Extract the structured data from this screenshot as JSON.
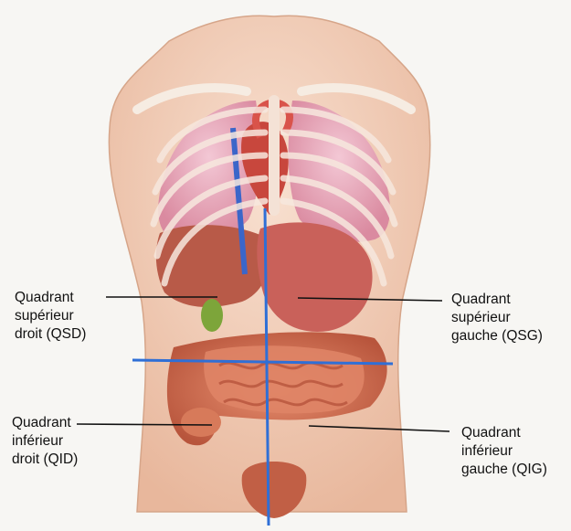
{
  "labels": {
    "qsd": {
      "line1": "Quadrant",
      "line2": "supérieur",
      "line3": "droit (QSD)"
    },
    "qsg": {
      "line1": "Quadrant",
      "line2": "supérieur",
      "line3": "gauche (QSG)"
    },
    "qid": {
      "line1": "Quadrant",
      "line2": "inférieur",
      "line3": "droit (QID)"
    },
    "qig": {
      "line1": "Quadrant",
      "line2": "inférieur",
      "line3": "gauche (QIG)"
    }
  },
  "colors": {
    "quadrant_lines": "#2f6fd6",
    "leader_lines": "#111111",
    "skin": "#f3cfb8",
    "lungs": "#e8a1b6",
    "ribs": "#f7e8de",
    "liver": "#b85a48",
    "stomach": "#c9615a",
    "intestine": "#cf6c4d",
    "heart": "#c8473d"
  }
}
